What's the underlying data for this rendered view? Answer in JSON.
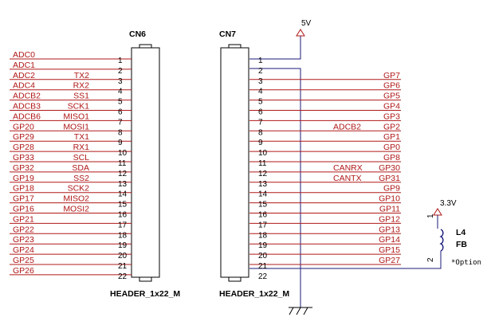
{
  "cn6": {
    "ref": "CN6",
    "value": "HEADER_1x22_M",
    "pins": [
      {
        "num": "1",
        "net": "ADC0",
        "func": ""
      },
      {
        "num": "2",
        "net": "ADC1",
        "func": ""
      },
      {
        "num": "3",
        "net": "ADC2",
        "func": "TX2"
      },
      {
        "num": "4",
        "net": "ADC4",
        "func": "RX2"
      },
      {
        "num": "5",
        "net": "ADCB2",
        "func": "SS1"
      },
      {
        "num": "6",
        "net": "ADCB3",
        "func": "SCK1"
      },
      {
        "num": "7",
        "net": "ADCB6",
        "func": "MISO1"
      },
      {
        "num": "8",
        "net": "GP20",
        "func": "MOSI1"
      },
      {
        "num": "9",
        "net": "GP29",
        "func": "TX1"
      },
      {
        "num": "10",
        "net": "GP28",
        "func": "RX1"
      },
      {
        "num": "11",
        "net": "GP33",
        "func": "SCL"
      },
      {
        "num": "12",
        "net": "GP32",
        "func": "SDA"
      },
      {
        "num": "13",
        "net": "GP19",
        "func": "SS2"
      },
      {
        "num": "14",
        "net": "GP18",
        "func": "SCK2"
      },
      {
        "num": "15",
        "net": "GP17",
        "func": "MISO2"
      },
      {
        "num": "16",
        "net": "GP16",
        "func": "MOSI2"
      },
      {
        "num": "17",
        "net": "GP21",
        "func": ""
      },
      {
        "num": "18",
        "net": "GP22",
        "func": ""
      },
      {
        "num": "19",
        "net": "GP23",
        "func": ""
      },
      {
        "num": "20",
        "net": "GP24",
        "func": ""
      },
      {
        "num": "21",
        "net": "GP25",
        "func": ""
      },
      {
        "num": "22",
        "net": "GP26",
        "func": ""
      }
    ]
  },
  "cn7": {
    "ref": "CN7",
    "value": "HEADER_1x22_M",
    "pins": [
      {
        "num": "1",
        "net": "",
        "alt": ""
      },
      {
        "num": "2",
        "net": "",
        "alt": ""
      },
      {
        "num": "3",
        "net": "GP7",
        "alt": ""
      },
      {
        "num": "4",
        "net": "GP6",
        "alt": ""
      },
      {
        "num": "5",
        "net": "GP5",
        "alt": ""
      },
      {
        "num": "6",
        "net": "GP4",
        "alt": ""
      },
      {
        "num": "7",
        "net": "GP3",
        "alt": ""
      },
      {
        "num": "8",
        "net": "GP2",
        "alt": "ADCB2"
      },
      {
        "num": "9",
        "net": "GP1",
        "alt": ""
      },
      {
        "num": "10",
        "net": "GP0",
        "alt": ""
      },
      {
        "num": "11",
        "net": "GP8",
        "alt": ""
      },
      {
        "num": "12",
        "net": "GP30",
        "alt": "CANRX"
      },
      {
        "num": "13",
        "net": "GP31",
        "alt": "CANTX"
      },
      {
        "num": "14",
        "net": "GP9",
        "alt": ""
      },
      {
        "num": "15",
        "net": "GP10",
        "alt": ""
      },
      {
        "num": "16",
        "net": "GP11",
        "alt": ""
      },
      {
        "num": "17",
        "net": "GP12",
        "alt": ""
      },
      {
        "num": "18",
        "net": "GP13",
        "alt": ""
      },
      {
        "num": "19",
        "net": "GP14",
        "alt": ""
      },
      {
        "num": "20",
        "net": "GP15",
        "alt": ""
      },
      {
        "num": "21",
        "net": "GP27",
        "alt": ""
      },
      {
        "num": "22",
        "net": "",
        "alt": ""
      }
    ]
  },
  "power": {
    "v5": "5V",
    "v33": "3.3V"
  },
  "fb": {
    "ref": "L4",
    "value": "FB",
    "pin1": "1",
    "pin2": "2",
    "note": "*Option"
  },
  "colors": {
    "net": "#b01818",
    "wire": "#1a1a7a",
    "text": "#000000"
  }
}
